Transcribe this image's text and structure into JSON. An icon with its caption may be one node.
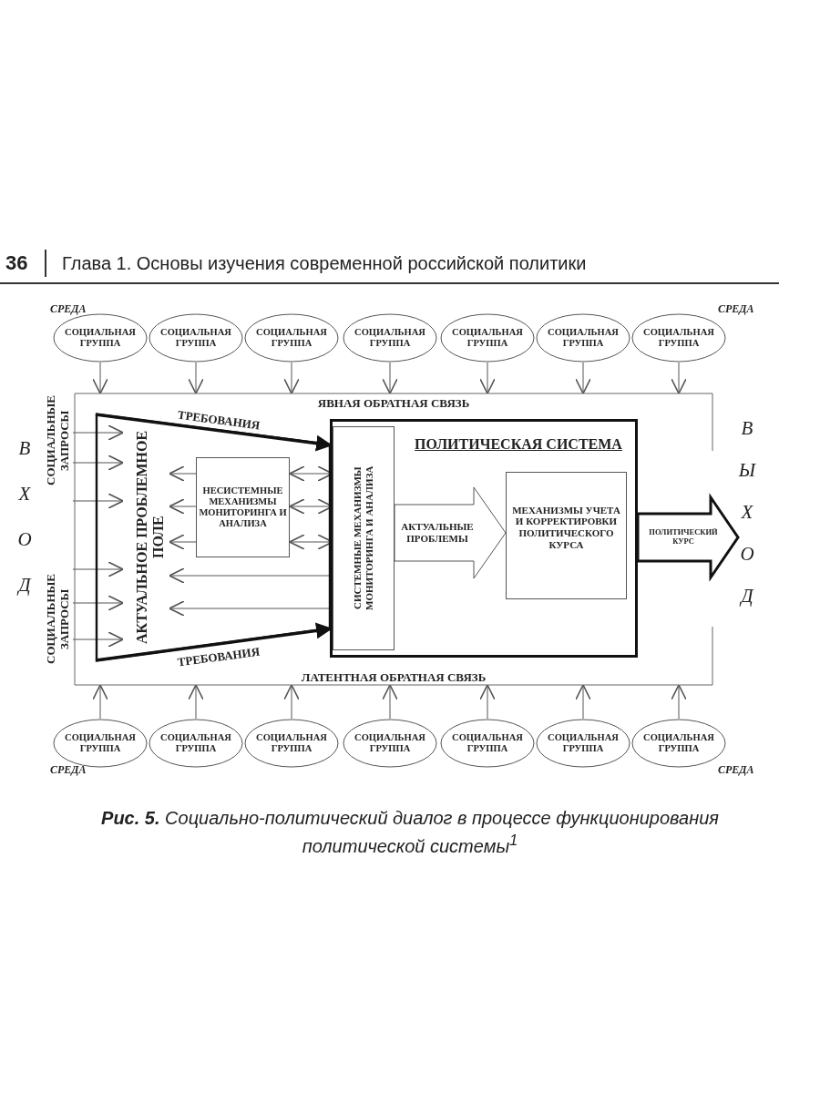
{
  "diagram": {
    "caption": "**Рис. 5.** Социально-политический диалог в процессе функционирования политической системы$^{1}$",
    "nodes": [
      {
        "text": [
          "СОЦИАЛЬНАЯ ГРУППА"
        ]
      },
      {
        "text": [
          "СОЦИАЛЬНАЯ ГРУППА"
        ]
      },
      {
        "text": [
          "СОЦИАЛЬНАЯ ГРУППА"
        ]
      },
      {
        "text": [
          "СОЦИАЛЬНАЯ ГРУППА"
        ]
      },
      {
        "text": [
          "СОЦИАЛЬНАЯ ГРУППА"
        ]
      },
      {
        "text": [
          "СОЦИАЛЬНАЯ ГРУППА"
        ]
      },
      {
        "text": [
          "СОЦИАЛЬНАЯ ГРУППА"
        ]
      },
      {
        "text": [
          "ЯВНАЯ ОБРАТНАЯ СВЯЗЬ",
          "ЛАТЕНТНАЯ ОБРАТНАЯ СВЯЗЬ"
        ]
      },
      {
        "text": [
          "АКТУАЛЬНОЕ ПРОБЛЕМНОЕ ПОЛЕ"
        ],
        "in": 7
      },
      {
        "text": [
          "НЕСИСТЕМНЫЕ МЕХАНИЗМЫ МОНИТОРИНГА И АНАЛИЗА"
        ],
        "in": 8
      },
      {
        "text": [
          "ПОЛИТИЧЕСКАЯ СИСТЕМА"
        ],
        "in": 7
      },
      {
        "text": [
          "СИСТЕМНЫЕ МЕХАНИЗМЫ МОНИТОРИНГА И АНАЛИЗА"
        ],
        "in": 10
      },
      {
        "text": [
          "МЕХАНИЗМЫ УЧЕТА И КОРРЕКТИРОВКИ ПОЛИТИЧЕСКОГО КУРСА"
        ],
        "in": 10
      },
      {
        "text": [
          "СОЦИАЛЬНЫЕ ЗАПРОСЫ"
        ]
      },
      {
        "text": [
          "СОЦИАЛЬНЫЕ ЗАПРОСЫ"
        ]
      },
      {
        "text": [
          "СОЦИАЛЬНАЯ ГРУППА"
        ]
      },
      {
        "text": [
          "СОЦИАЛЬНАЯ ГРУППА"
        ]
      },
      {
        "text": [
          "СОЦИАЛЬНАЯ ГРУППА"
        ]
      },
      {
        "text": [
          "СОЦИАЛЬНАЯ ГРУППА"
        ]
      },
      {
        "text": [
          "СОЦИАЛЬНАЯ ГРУППА"
        ]
      },
      {
        "text": [
          "СОЦИАЛЬНАЯ ГРУППА"
        ]
      },
      {
        "text": [
          "СОЦИАЛЬНАЯ ГРУППА"
        ]
      }
    ],
    "edges": [
      {
        "from": 0,
        "to": 7,
        "arrow": "to"
      },
      {
        "from": 1,
        "to": 7,
        "arrow": "to"
      },
      {
        "from": 2,
        "to": 7,
        "arrow": "to"
      },
      {
        "from": 3,
        "to": 7,
        "arrow": "to"
      },
      {
        "from": 4,
        "to": 7,
        "arrow": "to"
      },
      {
        "from": 5,
        "to": 7,
        "arrow": "to"
      },
      {
        "from": 6,
        "to": 7,
        "arrow": "to"
      },
      {
        "from": 15,
        "to": 7,
        "arrow": "to"
      },
      {
        "from": 16,
        "to": 7,
        "arrow": "to"
      },
      {
        "from": 17,
        "to": 7,
        "arrow": "to"
      },
      {
        "from": 18,
        "to": 7,
        "arrow": "to"
      },
      {
        "from": 19,
        "to": 7,
        "arrow": "to"
      },
      {
        "from": 20,
        "to": 7,
        "arrow": "to"
      },
      {
        "from": 21,
        "to": 7,
        "arrow": "to"
      },
      {
        "from": 8,
        "to": 11,
        "arrow": "to",
        "label": "ТРЕБОВАНИЯ",
        "style": "thick"
      },
      {
        "from": 8,
        "to": 11,
        "arrow": "to",
        "label": "ТРЕБОВАНИЯ",
        "style": "thick"
      },
      {
        "from": 13,
        "to": 8,
        "arrow": "to"
      },
      {
        "from": 13,
        "to": 8,
        "arrow": "to"
      },
      {
        "from": 13,
        "to": 8,
        "arrow": "to"
      },
      {
        "from": 14,
        "to": 8,
        "arrow": "to"
      },
      {
        "from": 14,
        "to": 8,
        "arrow": "to"
      },
      {
        "from": 14,
        "to": 8,
        "arrow": "to"
      },
      {
        "from": 9,
        "to": null,
        "arrow": "to"
      },
      {
        "from": 9,
        "to": null,
        "arrow": "to"
      },
      {
        "from": 9,
        "to": null,
        "arrow": "to"
      },
      {
        "from": 9,
        "to": 11,
        "arrow": "both"
      },
      {
        "from": 9,
        "to": 11,
        "arrow": "both"
      },
      {
        "from": 9,
        "to": 11,
        "arrow": "both"
      },
      {
        "from": 11,
        "to": null,
        "arrow": "to"
      },
      {
        "from": 11,
        "to": null,
        "arrow": "to"
      },
      {
        "from": 11,
        "to": 12,
        "arrow": "to",
        "label": "АКТУАЛЬНЫЕ ПРОБЛЕМЫ"
      },
      {
        "from": 10,
        "to": null,
        "arrow": "to",
        "label": "ПОЛИТИЧЕСКИЙ КУРС",
        "style": "thick"
      }
    ],
    "labels": [
      "36",
      "Глава 1. Основы изучения современной российской политики",
      "СРЕДА",
      "СРЕДА",
      "ВХОД",
      "ВЫХОД",
      "СРЕДА",
      "СРЕДА"
    ]
  }
}
